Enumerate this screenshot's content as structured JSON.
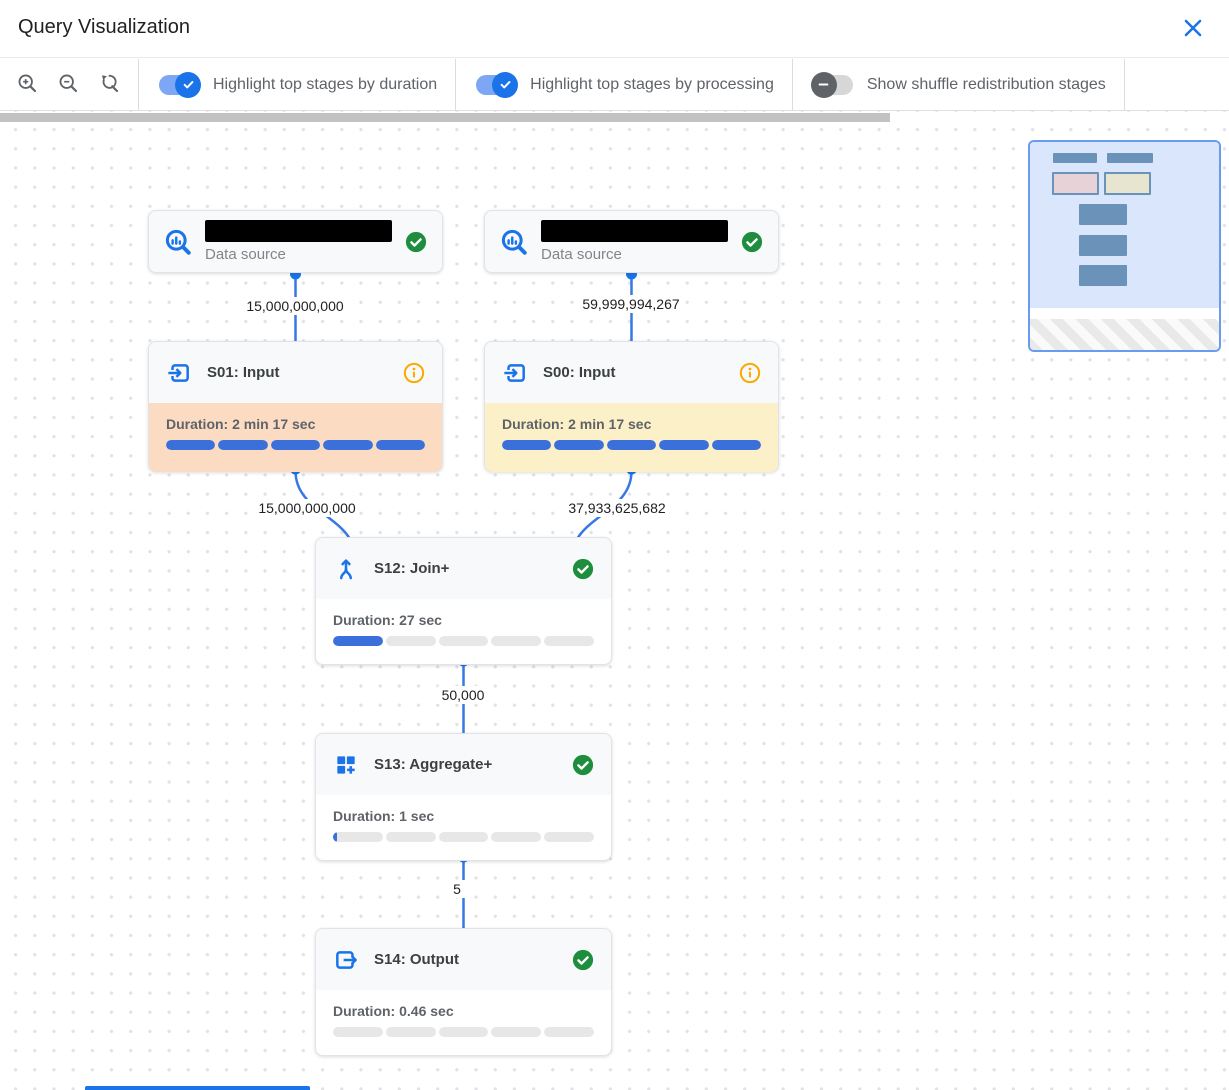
{
  "header": {
    "title": "Query Visualization"
  },
  "toolbar": {
    "zoom_controls": [
      "zoom-in",
      "zoom-out",
      "zoom-reset"
    ],
    "toggles": [
      {
        "label": "Highlight top stages by duration",
        "state": "on"
      },
      {
        "label": "Highlight top stages by processing",
        "state": "on"
      },
      {
        "label": "Show shuffle redistribution stages",
        "state": "off"
      }
    ]
  },
  "graph": {
    "data_sources": [
      {
        "label": "Data source",
        "status": "success",
        "name_redacted": true
      },
      {
        "label": "Data source",
        "status": "success",
        "name_redacted": true
      }
    ],
    "stages": [
      {
        "id": "S01",
        "title": "S01: Input",
        "icon": "input",
        "status": "info",
        "duration": "Duration: 2 min 17 sec",
        "highlight": "duration",
        "segments": [
          1,
          1,
          1,
          1,
          1
        ]
      },
      {
        "id": "S00",
        "title": "S00: Input",
        "icon": "input",
        "status": "info",
        "duration": "Duration: 2 min 17 sec",
        "highlight": "processing",
        "segments": [
          1,
          1,
          1,
          1,
          1
        ]
      },
      {
        "id": "S12",
        "title": "S12: Join+",
        "icon": "join",
        "status": "success",
        "duration": "Duration: 27 sec",
        "highlight": "none",
        "segments": [
          1,
          0,
          0,
          0,
          0
        ]
      },
      {
        "id": "S13",
        "title": "S13: Aggregate+",
        "icon": "aggregate",
        "status": "success",
        "duration": "Duration: 1 sec",
        "highlight": "none",
        "segments": [
          0.08,
          0,
          0,
          0,
          0
        ]
      },
      {
        "id": "S14",
        "title": "S14: Output",
        "icon": "output",
        "status": "success",
        "duration": "Duration: 0.46 sec",
        "highlight": "none",
        "segments": [
          0,
          0,
          0,
          0,
          0
        ]
      }
    ],
    "edge_labels": {
      "ds1_to_s01": "15,000,000,000",
      "ds2_to_s00": "59,999,994,267",
      "s01_to_s12": "15,000,000,000",
      "s00_to_s12": "37,933,625,682",
      "s12_to_s13": "50,000",
      "s13_to_s14": "5"
    }
  },
  "colors": {
    "accent_blue": "#1a73e8",
    "edge_blue": "#3579e6",
    "bar_blue": "#3b6fd9",
    "duration_highlight": "#fbdcc3",
    "processing_highlight": "#fbf0c7",
    "success_green": "#1e8e3e",
    "info_orange": "#f9ab00",
    "minimap_node": "#6b92b8",
    "minimap_bg": "#d9e6fb"
  }
}
